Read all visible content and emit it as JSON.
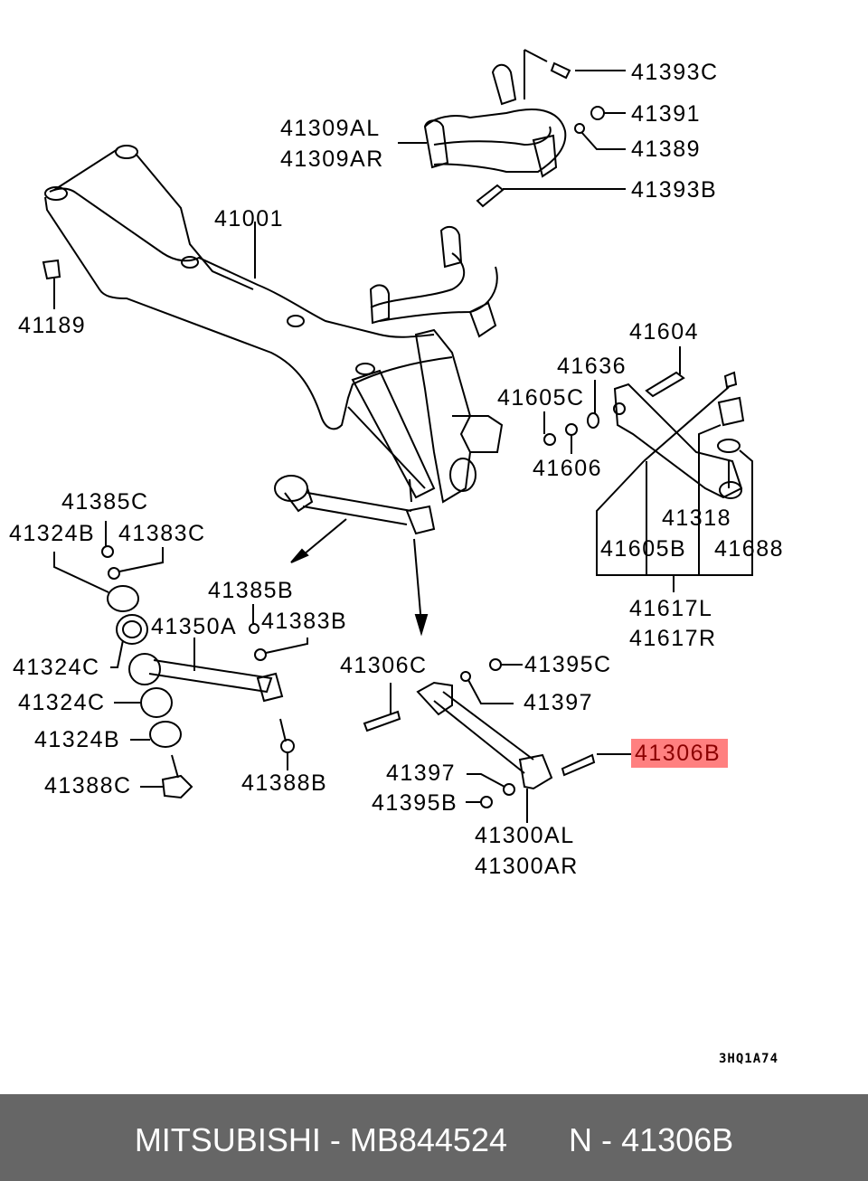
{
  "diagram": {
    "drawing_code": "3HQ1A74",
    "highlighted_part": "41306B",
    "highlight_color": "#ff8080",
    "labels": {
      "p41393C": "41393C",
      "p41391": "41391",
      "p41389": "41389",
      "p41393B": "41393B",
      "p41309AL": "41309AL",
      "p41309AR": "41309AR",
      "p41001": "41001",
      "p41189": "41189",
      "p41604": "41604",
      "p41636": "41636",
      "p41605C": "41605C",
      "p41606": "41606",
      "p41318": "41318",
      "p41605B": "41605B",
      "p41688": "41688",
      "p41617L": "41617L",
      "p41617R": "41617R",
      "p41385C": "41385C",
      "p41324B_top": "41324B",
      "p41383C": "41383C",
      "p41385B": "41385B",
      "p41350A": "41350A",
      "p41383B": "41383B",
      "p41324C_a": "41324C",
      "p41324C_b": "41324C",
      "p41324B_bottom": "41324B",
      "p41388C": "41388C",
      "p41388B": "41388B",
      "p41306C": "41306C",
      "p41395C": "41395C",
      "p41397_top": "41397",
      "p41306B": "41306B",
      "p41397_bottom": "41397",
      "p41395B": "41395B",
      "p41300AL": "41300AL",
      "p41300AR": "41300AR"
    }
  },
  "footer": {
    "brand": "MITSUBISHI",
    "separator": "-",
    "part_number": "MB844524",
    "ref_prefix": "N",
    "ref_number": "41306B",
    "background_color": "#666666"
  }
}
